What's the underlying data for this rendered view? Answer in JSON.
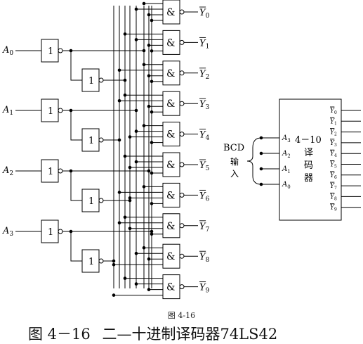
{
  "inputs": [
    "A0",
    "A1",
    "A2",
    "A3"
  ],
  "inputs_display": [
    {
      "main": "A",
      "sub": "0"
    },
    {
      "main": "A",
      "sub": "1"
    },
    {
      "main": "A",
      "sub": "2"
    },
    {
      "main": "A",
      "sub": "3"
    }
  ],
  "inverter_label": "1",
  "nand_label": "&",
  "outputs": [
    {
      "main": "Y",
      "sub": "0"
    },
    {
      "main": "Y",
      "sub": "1"
    },
    {
      "main": "Y",
      "sub": "2"
    },
    {
      "main": "Y",
      "sub": "3"
    },
    {
      "main": "Y",
      "sub": "4"
    },
    {
      "main": "Y",
      "sub": "5"
    },
    {
      "main": "Y",
      "sub": "6"
    },
    {
      "main": "Y",
      "sub": "7"
    },
    {
      "main": "Y",
      "sub": "8"
    },
    {
      "main": "Y",
      "sub": "9"
    }
  ],
  "block": {
    "bcd_label": "BCD",
    "bcd_chars": [
      "输",
      "入"
    ],
    "pins_in": [
      {
        "main": "A",
        "sub": "3"
      },
      {
        "main": "A",
        "sub": "2"
      },
      {
        "main": "A",
        "sub": "1"
      },
      {
        "main": "A",
        "sub": "0"
      }
    ],
    "title": "4－10",
    "title_chars": [
      "译",
      "码",
      "器"
    ],
    "pins_out": [
      {
        "main": "Y",
        "sub": "0"
      },
      {
        "main": "Y",
        "sub": "1"
      },
      {
        "main": "Y",
        "sub": "2"
      },
      {
        "main": "Y",
        "sub": "3"
      },
      {
        "main": "Y",
        "sub": "4"
      },
      {
        "main": "Y",
        "sub": "5"
      },
      {
        "main": "Y",
        "sub": "6"
      },
      {
        "main": "Y",
        "sub": "7"
      },
      {
        "main": "Y",
        "sub": "8"
      },
      {
        "main": "Y",
        "sub": "9"
      }
    ]
  },
  "figure_number": "图 4-16",
  "caption": {
    "number": "图 4－16",
    "title": "二—十进制译码器74LS42"
  },
  "colors": {
    "line": "#000000",
    "background": "#ffffff"
  }
}
